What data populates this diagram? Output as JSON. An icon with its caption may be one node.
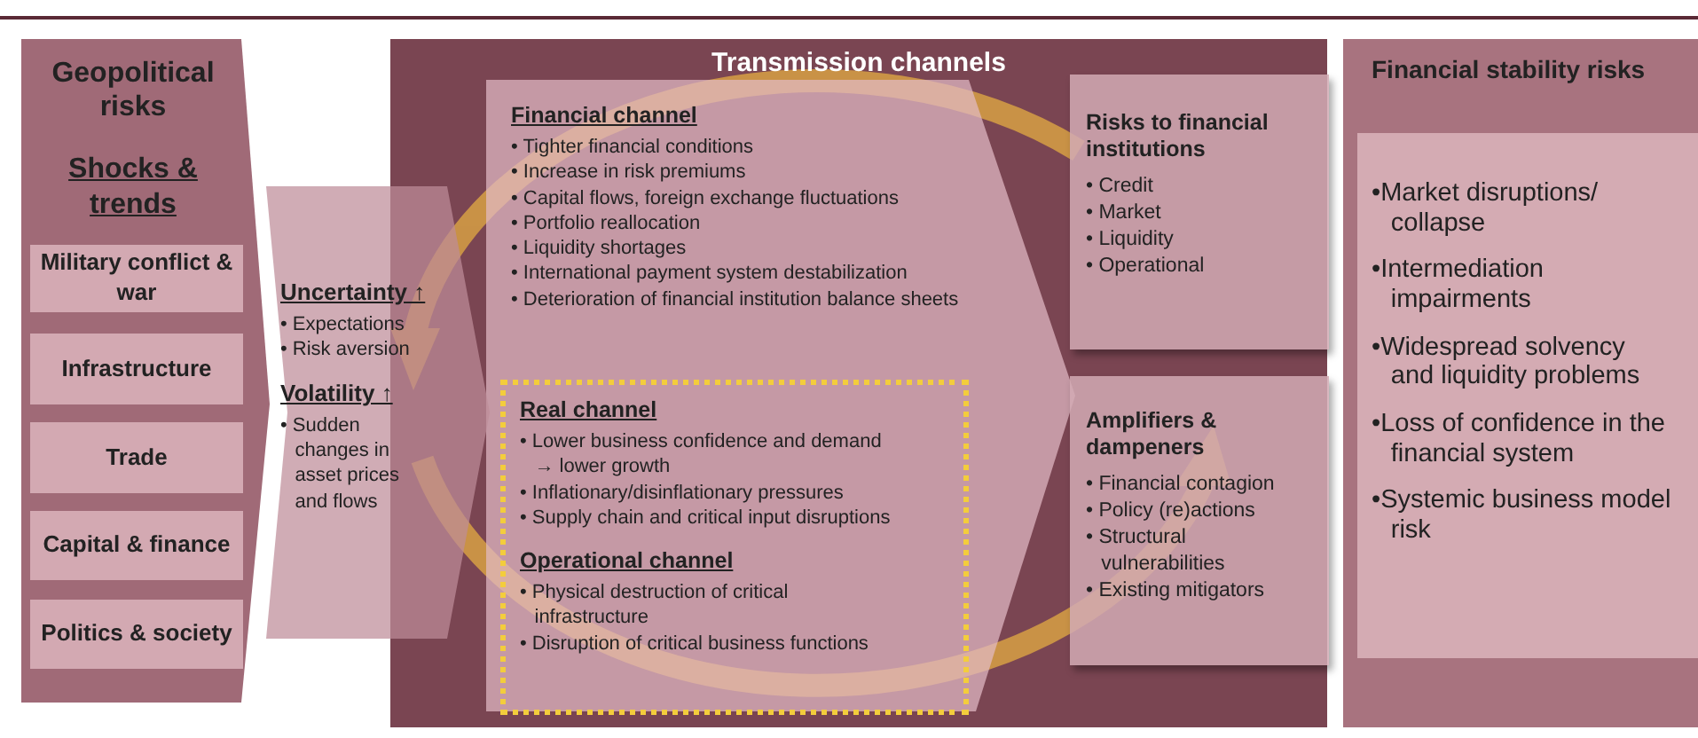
{
  "diagram": {
    "nodes": [
      {
        "text": [
          "Geopolitical risks",
          "Shocks & trends"
        ]
      },
      {
        "text": [
          "Military conflict & war"
        ],
        "in": 0
      },
      {
        "text": [
          "Infrastructure"
        ],
        "in": 0
      },
      {
        "text": [
          "Trade"
        ],
        "in": 0
      },
      {
        "text": [
          "Capital & finance"
        ],
        "in": 0
      },
      {
        "text": [
          "Politics & society"
        ],
        "in": 0
      },
      {
        "text": [
          "Uncertainty ↑",
          "• Expectations",
          "• Risk aversion",
          "Volatility ↑",
          "• Sudden changes in asset prices and flows"
        ]
      },
      {
        "text": [
          "Transmission channels"
        ]
      },
      {
        "text": [
          "Financial channel",
          "• Tighter financial conditions",
          "• Increase in risk premiums",
          "• Capital flows, foreign exchange fluctuations",
          "• Portfolio reallocation",
          "• Liquidity shortages",
          "• International payment system destabilization",
          "• Deterioration of financial institution balance sheets"
        ],
        "in": 7
      },
      {
        "text": [
          "Real channel",
          "• Lower business confidence and demand → lower growth",
          "• Inflationary/disinflationary pressures",
          "• Supply chain and critical input disruptions",
          "Operational channel",
          "• Physical destruction of critical infrastructure",
          "• Disruption of critical business functions"
        ],
        "in": 8
      },
      {
        "text": [
          "Risks to financial institutions",
          "• Credit",
          "• Market",
          "• Liquidity",
          "• Operational"
        ],
        "in": 7
      },
      {
        "text": [
          "Amplifiers & dampeners",
          "• Financial contagion",
          "• Policy (re)actions",
          "• Structural vulnerabilities",
          "• Existing mitigators"
        ],
        "in": 7
      },
      {
        "text": [
          "Financial stability risks"
        ]
      },
      {
        "text": [
          "•Market disruptions/ collapse",
          "•Intermediation impairments",
          "•Widespread solvency and liquidity problems",
          "•Loss of confidence in the financial system",
          "•Systemic business model risk"
        ],
        "in": 12
      }
    ]
  }
}
